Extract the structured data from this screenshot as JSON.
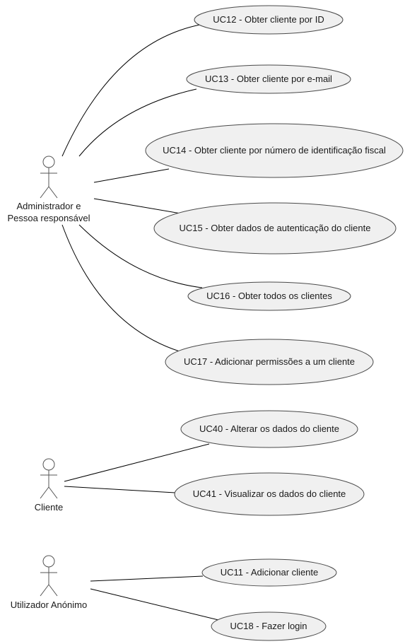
{
  "actors": [
    {
      "id": "admin",
      "label_lines": [
        "Administrador e",
        "Pessoa responsável"
      ]
    },
    {
      "id": "cliente",
      "label_lines": [
        "Cliente"
      ]
    },
    {
      "id": "anon",
      "label_lines": [
        "Utilizador Anónimo"
      ]
    }
  ],
  "use_cases": [
    {
      "id": "uc12",
      "label": "UC12 - Obter cliente por ID",
      "actor": "admin"
    },
    {
      "id": "uc13",
      "label": "UC13 - Obter cliente por e-mail",
      "actor": "admin"
    },
    {
      "id": "uc14",
      "label": "UC14 - Obter cliente por número de identificação fiscal",
      "actor": "admin"
    },
    {
      "id": "uc15",
      "label": "UC15 - Obter dados de autenticação do cliente",
      "actor": "admin"
    },
    {
      "id": "uc16",
      "label": "UC16 - Obter todos os clientes",
      "actor": "admin"
    },
    {
      "id": "uc17",
      "label": "UC17 - Adicionar permissões a um cliente",
      "actor": "admin"
    },
    {
      "id": "uc40",
      "label": "UC40 - Alterar os dados do cliente",
      "actor": "cliente"
    },
    {
      "id": "uc41",
      "label": "UC41 - Visualizar os dados do cliente",
      "actor": "cliente"
    },
    {
      "id": "uc11",
      "label": "UC11 - Adicionar cliente",
      "actor": "anon"
    },
    {
      "id": "uc18",
      "label": "UC18 - Fazer login",
      "actor": "anon"
    }
  ]
}
